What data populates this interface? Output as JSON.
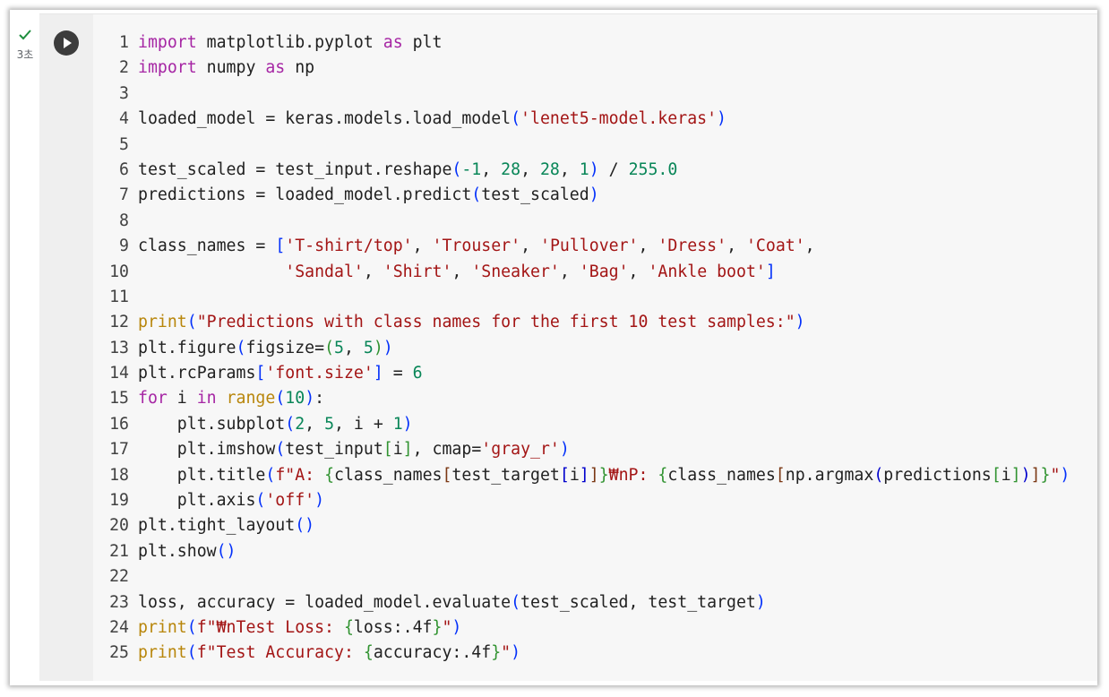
{
  "cell": {
    "exec_time": "3초",
    "status_icon": "check-icon",
    "run_icon": "play-icon",
    "colors": {
      "keyword": "#a626a4",
      "string": "#a31515",
      "number": "#098658",
      "builtin": "#b8860b",
      "bracket_1": "#0431fa",
      "bracket_2": "#319331"
    }
  },
  "code_lines": [
    {
      "n": "1",
      "tokens": [
        {
          "t": "import",
          "c": "kw"
        },
        {
          "t": " matplotlib.pyplot "
        },
        {
          "t": "as",
          "c": "kw"
        },
        {
          "t": " plt"
        }
      ]
    },
    {
      "n": "2",
      "tokens": [
        {
          "t": "import",
          "c": "kw"
        },
        {
          "t": " numpy "
        },
        {
          "t": "as",
          "c": "kw"
        },
        {
          "t": " np"
        }
      ]
    },
    {
      "n": "3",
      "tokens": []
    },
    {
      "n": "4",
      "tokens": [
        {
          "t": "loaded_model = keras.models.load_model"
        },
        {
          "t": "(",
          "c": "p1"
        },
        {
          "t": "'lenet5-model.keras'",
          "c": "st"
        },
        {
          "t": ")",
          "c": "p1"
        }
      ]
    },
    {
      "n": "5",
      "tokens": []
    },
    {
      "n": "6",
      "tokens": [
        {
          "t": "test_scaled = test_input.reshape"
        },
        {
          "t": "(",
          "c": "p1"
        },
        {
          "t": "-1",
          "c": "nu"
        },
        {
          "t": ", "
        },
        {
          "t": "28",
          "c": "nu"
        },
        {
          "t": ", "
        },
        {
          "t": "28",
          "c": "nu"
        },
        {
          "t": ", "
        },
        {
          "t": "1",
          "c": "nu"
        },
        {
          "t": ")",
          "c": "p1"
        },
        {
          "t": " / "
        },
        {
          "t": "255.0",
          "c": "nu"
        }
      ]
    },
    {
      "n": "7",
      "tokens": [
        {
          "t": "predictions = loaded_model.predict"
        },
        {
          "t": "(",
          "c": "p1"
        },
        {
          "t": "test_scaled"
        },
        {
          "t": ")",
          "c": "p1"
        }
      ]
    },
    {
      "n": "8",
      "tokens": []
    },
    {
      "n": "9",
      "tokens": [
        {
          "t": "class_names = "
        },
        {
          "t": "[",
          "c": "p1"
        },
        {
          "t": "'T-shirt/top'",
          "c": "st"
        },
        {
          "t": ", "
        },
        {
          "t": "'Trouser'",
          "c": "st"
        },
        {
          "t": ", "
        },
        {
          "t": "'Pullover'",
          "c": "st"
        },
        {
          "t": ", "
        },
        {
          "t": "'Dress'",
          "c": "st"
        },
        {
          "t": ", "
        },
        {
          "t": "'Coat'",
          "c": "st"
        },
        {
          "t": ","
        }
      ]
    },
    {
      "n": "10",
      "tokens": [
        {
          "t": "               "
        },
        {
          "t": "'Sandal'",
          "c": "st"
        },
        {
          "t": ", "
        },
        {
          "t": "'Shirt'",
          "c": "st"
        },
        {
          "t": ", "
        },
        {
          "t": "'Sneaker'",
          "c": "st"
        },
        {
          "t": ", "
        },
        {
          "t": "'Bag'",
          "c": "st"
        },
        {
          "t": ", "
        },
        {
          "t": "'Ankle boot'",
          "c": "st"
        },
        {
          "t": "]",
          "c": "p1"
        }
      ]
    },
    {
      "n": "11",
      "tokens": []
    },
    {
      "n": "12",
      "tokens": [
        {
          "t": "print",
          "c": "bi"
        },
        {
          "t": "(",
          "c": "p1"
        },
        {
          "t": "\"Predictions with class names for the first 10 test samples:\"",
          "c": "st"
        },
        {
          "t": ")",
          "c": "p1"
        }
      ]
    },
    {
      "n": "13",
      "tokens": [
        {
          "t": "plt.figure"
        },
        {
          "t": "(",
          "c": "p1"
        },
        {
          "t": "figsize="
        },
        {
          "t": "(",
          "c": "p2"
        },
        {
          "t": "5",
          "c": "nu"
        },
        {
          "t": ", "
        },
        {
          "t": "5",
          "c": "nu"
        },
        {
          "t": ")",
          "c": "p2"
        },
        {
          "t": ")",
          "c": "p1"
        }
      ]
    },
    {
      "n": "14",
      "tokens": [
        {
          "t": "plt.rcParams"
        },
        {
          "t": "[",
          "c": "p1"
        },
        {
          "t": "'font.size'",
          "c": "st"
        },
        {
          "t": "]",
          "c": "p1"
        },
        {
          "t": " = "
        },
        {
          "t": "6",
          "c": "nu"
        }
      ]
    },
    {
      "n": "15",
      "tokens": [
        {
          "t": "for",
          "c": "kw"
        },
        {
          "t": " i "
        },
        {
          "t": "in",
          "c": "kw"
        },
        {
          "t": " "
        },
        {
          "t": "range",
          "c": "bi"
        },
        {
          "t": "(",
          "c": "p1"
        },
        {
          "t": "10",
          "c": "nu"
        },
        {
          "t": ")",
          "c": "p1"
        },
        {
          "t": ":"
        }
      ]
    },
    {
      "n": "16",
      "tokens": [
        {
          "t": "    plt.subplot"
        },
        {
          "t": "(",
          "c": "p1"
        },
        {
          "t": "2",
          "c": "nu"
        },
        {
          "t": ", "
        },
        {
          "t": "5",
          "c": "nu"
        },
        {
          "t": ", i + "
        },
        {
          "t": "1",
          "c": "nu"
        },
        {
          "t": ")",
          "c": "p1"
        }
      ]
    },
    {
      "n": "17",
      "tokens": [
        {
          "t": "    plt.imshow"
        },
        {
          "t": "(",
          "c": "p1"
        },
        {
          "t": "test_input"
        },
        {
          "t": "[",
          "c": "p2"
        },
        {
          "t": "i"
        },
        {
          "t": "]",
          "c": "p2"
        },
        {
          "t": ", cmap="
        },
        {
          "t": "'gray_r'",
          "c": "st"
        },
        {
          "t": ")",
          "c": "p1"
        }
      ]
    },
    {
      "n": "18",
      "tokens": [
        {
          "t": "    plt.title"
        },
        {
          "t": "(",
          "c": "p1"
        },
        {
          "t": "f\"A: ",
          "c": "st"
        },
        {
          "t": "{",
          "c": "p2"
        },
        {
          "t": "class_names"
        },
        {
          "t": "[",
          "c": "p3"
        },
        {
          "t": "test_target"
        },
        {
          "t": "[",
          "c": "fs"
        },
        {
          "t": "i"
        },
        {
          "t": "]",
          "c": "fs"
        },
        {
          "t": "]",
          "c": "p3"
        },
        {
          "t": "}",
          "c": "p2"
        },
        {
          "t": "₩nP: ",
          "c": "st"
        },
        {
          "t": "{",
          "c": "p2"
        },
        {
          "t": "class_names"
        },
        {
          "t": "[",
          "c": "p3"
        },
        {
          "t": "np.argmax"
        },
        {
          "t": "(",
          "c": "fs"
        },
        {
          "t": "predictions"
        },
        {
          "t": "[",
          "c": "p2"
        },
        {
          "t": "i"
        },
        {
          "t": "]",
          "c": "p2"
        },
        {
          "t": ")",
          "c": "fs"
        },
        {
          "t": "]",
          "c": "p3"
        },
        {
          "t": "}",
          "c": "p2"
        },
        {
          "t": "\"",
          "c": "st"
        },
        {
          "t": ")",
          "c": "p1"
        }
      ]
    },
    {
      "n": "19",
      "tokens": [
        {
          "t": "    plt.axis"
        },
        {
          "t": "(",
          "c": "p1"
        },
        {
          "t": "'off'",
          "c": "st"
        },
        {
          "t": ")",
          "c": "p1"
        }
      ]
    },
    {
      "n": "20",
      "tokens": [
        {
          "t": "plt.tight_layout"
        },
        {
          "t": "()",
          "c": "p1"
        }
      ]
    },
    {
      "n": "21",
      "tokens": [
        {
          "t": "plt.show"
        },
        {
          "t": "()",
          "c": "p1"
        }
      ]
    },
    {
      "n": "22",
      "tokens": []
    },
    {
      "n": "23",
      "tokens": [
        {
          "t": "loss, accuracy = loaded_model.evaluate"
        },
        {
          "t": "(",
          "c": "p1"
        },
        {
          "t": "test_scaled, test_target"
        },
        {
          "t": ")",
          "c": "p1"
        }
      ]
    },
    {
      "n": "24",
      "tokens": [
        {
          "t": "print",
          "c": "bi"
        },
        {
          "t": "(",
          "c": "p1"
        },
        {
          "t": "f\"₩nTest Loss: ",
          "c": "st"
        },
        {
          "t": "{",
          "c": "p2"
        },
        {
          "t": "loss:.4f"
        },
        {
          "t": "}",
          "c": "p2"
        },
        {
          "t": "\"",
          "c": "st"
        },
        {
          "t": ")",
          "c": "p1"
        }
      ]
    },
    {
      "n": "25",
      "tokens": [
        {
          "t": "print",
          "c": "bi"
        },
        {
          "t": "(",
          "c": "p1"
        },
        {
          "t": "f\"Test Accuracy: ",
          "c": "st"
        },
        {
          "t": "{",
          "c": "p2"
        },
        {
          "t": "accuracy:.4f"
        },
        {
          "t": "}",
          "c": "p2"
        },
        {
          "t": "\"",
          "c": "st"
        },
        {
          "t": ")",
          "c": "p1"
        }
      ]
    }
  ]
}
